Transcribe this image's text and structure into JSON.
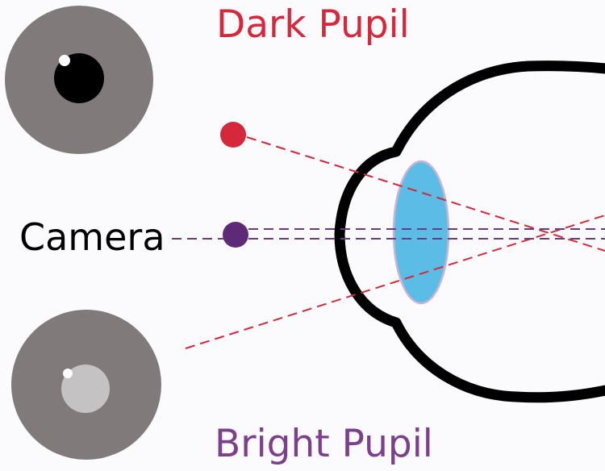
{
  "labels": {
    "dark_pupil": "Dark Pupil",
    "bright_pupil": "Bright Pupil",
    "camera": "Camera"
  },
  "colors": {
    "background": "#fbfbfd",
    "dark_pupil_text": "#d5283b",
    "bright_pupil_text": "#7b3f8c",
    "camera_text": "#000000",
    "iris": "#817a7a",
    "dark_pupil": "#000000",
    "bright_pupil": "#c4c2c2",
    "highlight": "#ffffff",
    "red_source": "#d5283b",
    "camera_source": "#5e2a77",
    "red_rays": "#d5283b",
    "purple_rays": "#6a3a86",
    "eye_outline": "#000000",
    "lens_fill": "#5bbde6",
    "lens_stroke": "#c8b4d6"
  }
}
